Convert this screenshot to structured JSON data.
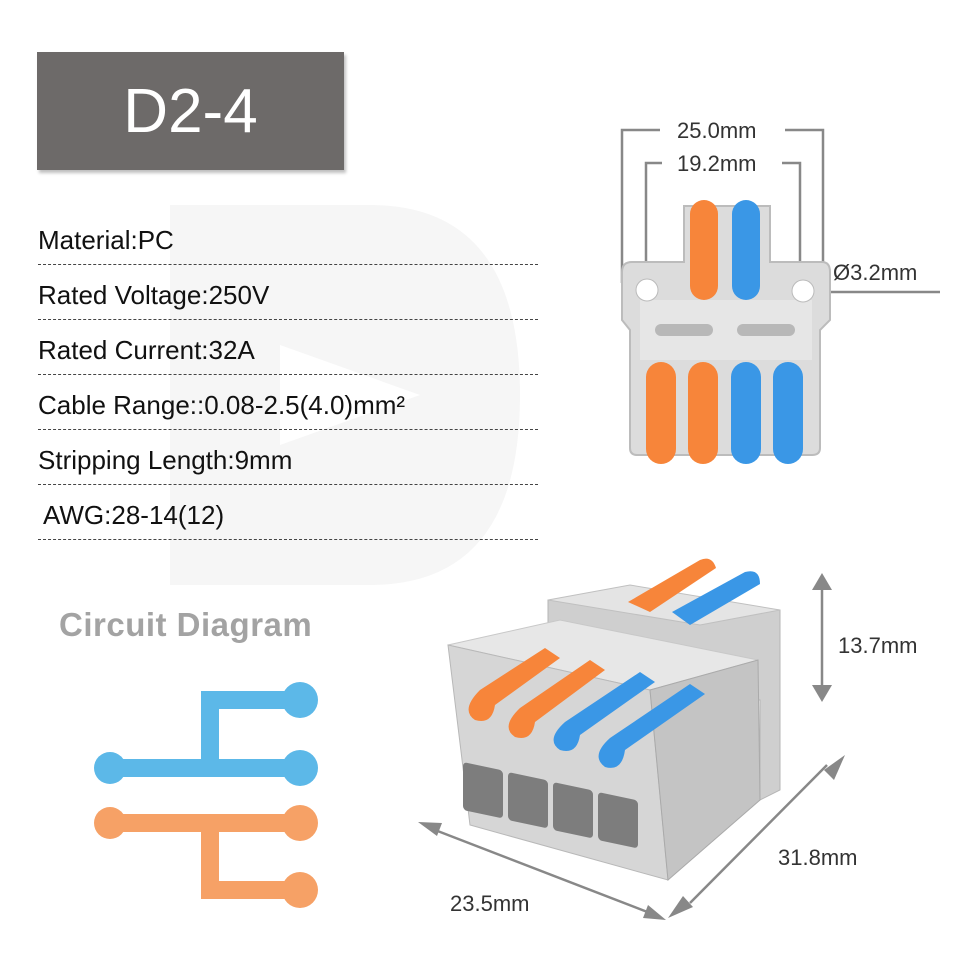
{
  "model": "D2-4",
  "specs": [
    "Material:PC",
    "Rated Voltage:250V",
    "Rated Current:32A",
    "Cable Range::0.08-2.5(4.0)mm²",
    "Stripping Length:9mm",
    "AWG:28-14(12)"
  ],
  "circuit_title": "Circuit Diagram",
  "dimensions": {
    "outer_width": "25.0mm",
    "inner_width": "19.2mm",
    "hole_diameter": "Ø3.2mm",
    "height": "13.7mm",
    "length": "31.8mm",
    "width": "23.5mm"
  },
  "colors": {
    "title_bg": "#6d6a69",
    "orange": "#f7853a",
    "blue": "#3a97e6",
    "circuit_blue": "#5cb8e8",
    "circuit_orange": "#f6a166",
    "body_gray": "#d9d9d9"
  }
}
